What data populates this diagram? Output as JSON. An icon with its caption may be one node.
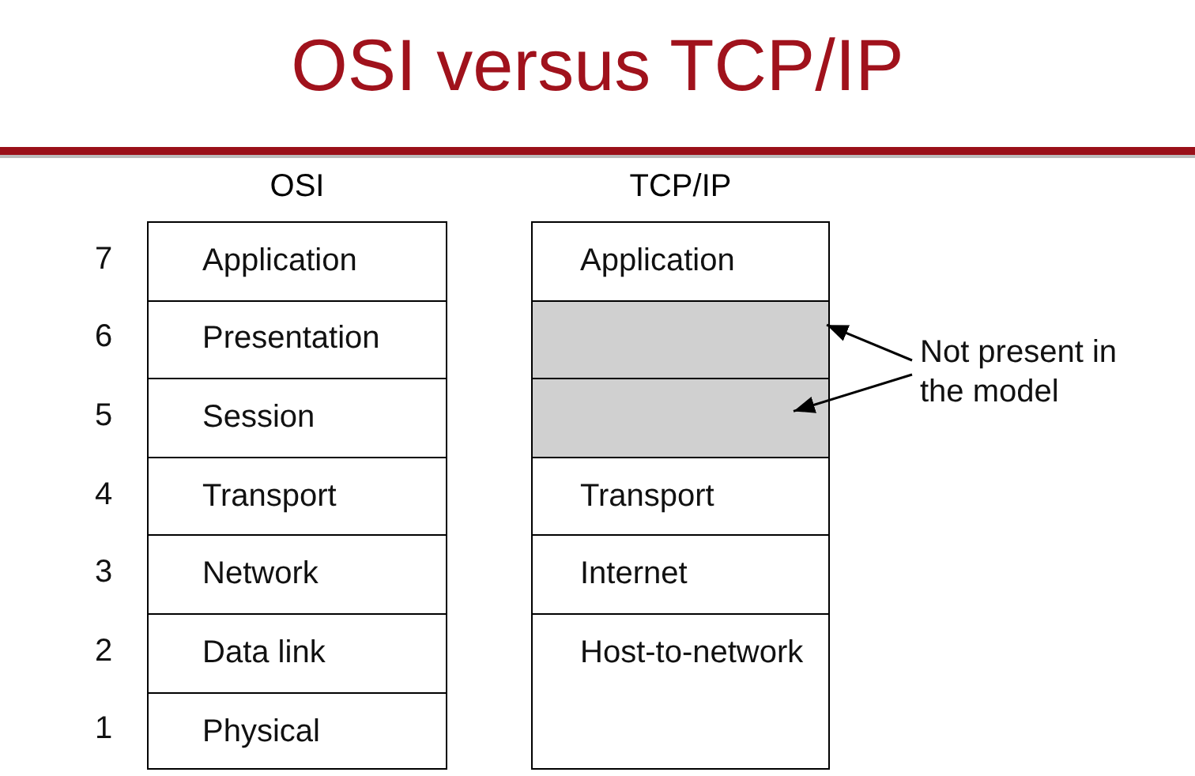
{
  "diagram": {
    "title": "OSI versus TCP/IP",
    "nodes": [
      {
        "text": [
          "OSI"
        ]
      },
      {
        "text": [
          "Application"
        ],
        "in": 0
      },
      {
        "text": [
          "Presentation"
        ],
        "in": 0
      },
      {
        "text": [
          "Session"
        ],
        "in": 0
      },
      {
        "text": [
          "Transport"
        ],
        "in": 0
      },
      {
        "text": [
          "Network"
        ],
        "in": 0
      },
      {
        "text": [
          "Data link"
        ],
        "in": 0
      },
      {
        "text": [
          "Physical"
        ],
        "in": 0
      },
      {
        "text": [
          "TCP/IP"
        ]
      },
      {
        "text": [
          "Application"
        ],
        "in": 8
      },
      {
        "text": [],
        "shape": "box",
        "in": 8
      },
      {
        "text": [],
        "shape": "box",
        "in": 8
      },
      {
        "text": [
          "Transport"
        ],
        "in": 8
      },
      {
        "text": [
          "Internet"
        ],
        "in": 8
      },
      {
        "text": [
          "Host-to-network"
        ],
        "in": 8
      },
      {
        "text": [
          "Not present in the model"
        ]
      }
    ],
    "edges": [
      {
        "from": 15,
        "to": 10,
        "arrow": "to"
      },
      {
        "from": 15,
        "to": 11,
        "arrow": "to"
      }
    ],
    "labels": [
      "7",
      "6",
      "5",
      "4",
      "3",
      "2",
      "1"
    ]
  }
}
